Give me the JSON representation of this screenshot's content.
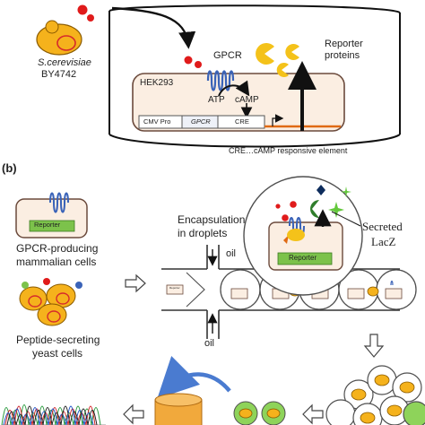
{
  "panel_a": {
    "yeast_label_line1": "S.cerevisiae",
    "yeast_label_line2": "BY4742",
    "receptor_label": "GPCR",
    "reporter_label_line1": "Reporter",
    "reporter_label_line2": "proteins",
    "cell_label": "HEK293",
    "atp_label": "ATP",
    "camp_label": "cAMP",
    "promoter_label": "CMV Pro",
    "gene_label": "GPCR",
    "cre_label": "CRE",
    "footnote": "CRE…cAMP responsive element"
  },
  "panel_b": {
    "tag": "(b)",
    "reporter_box_label": "Reporter",
    "mammalian_line1": "GPCR-producing",
    "mammalian_line2": "mammalian cells",
    "yeast_line1": "Peptide-secreting",
    "yeast_line2": "yeast cells",
    "encapsulation_line1": "Encapsulation",
    "encapsulation_line2": "in droplets",
    "oil_top": "oil",
    "oil_bottom": "oil",
    "secreted_line1": "Secreted",
    "secreted_line2": "LacZ",
    "zoom_reporter_label": "Reporter",
    "droplet_reporter_label": "Reporter"
  },
  "colors": {
    "yeast": "#f5b21c",
    "peptide_red": "#e01b1b",
    "gpcr": "#3a63b8",
    "reporter_yellow": "#f4c21a",
    "cell_fill": "#fbeee2",
    "cell_border": "#6b4a3c",
    "reporter_box": "#7cc24b",
    "cre_line": "#e06a14",
    "sparkle": "#64c83c",
    "dish_fill": "#f1a93c",
    "droplet_border": "#4f4f4f"
  }
}
